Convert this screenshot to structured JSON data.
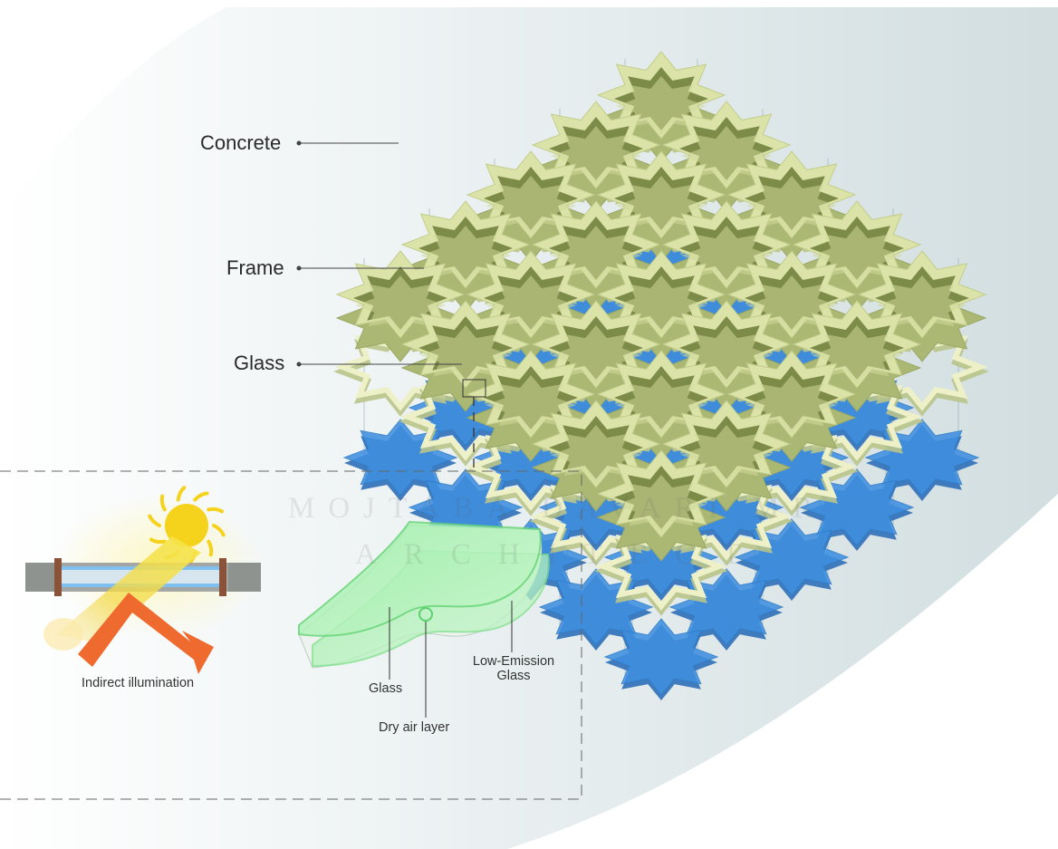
{
  "labels": {
    "concrete": "Concrete",
    "frame": "Frame",
    "glass": "Glass"
  },
  "inset": {
    "indirect_illumination": "Indirect illumination",
    "glass": "Glass",
    "low_emission_glass_line1": "Low-Emission",
    "low_emission_glass_line2": "Glass",
    "dry_air_layer": "Dry air layer"
  },
  "watermark": {
    "line1": "MOJTABA DAVARI MR",
    "line2": "ARCHITECT"
  },
  "colors": {
    "concrete": "#dbe3a8",
    "frame": "#eef1c8",
    "glass": "#3f8fe0",
    "sun": "#f5d21b",
    "arrow": "#ef6a2e",
    "background": "#d9e4e6"
  }
}
